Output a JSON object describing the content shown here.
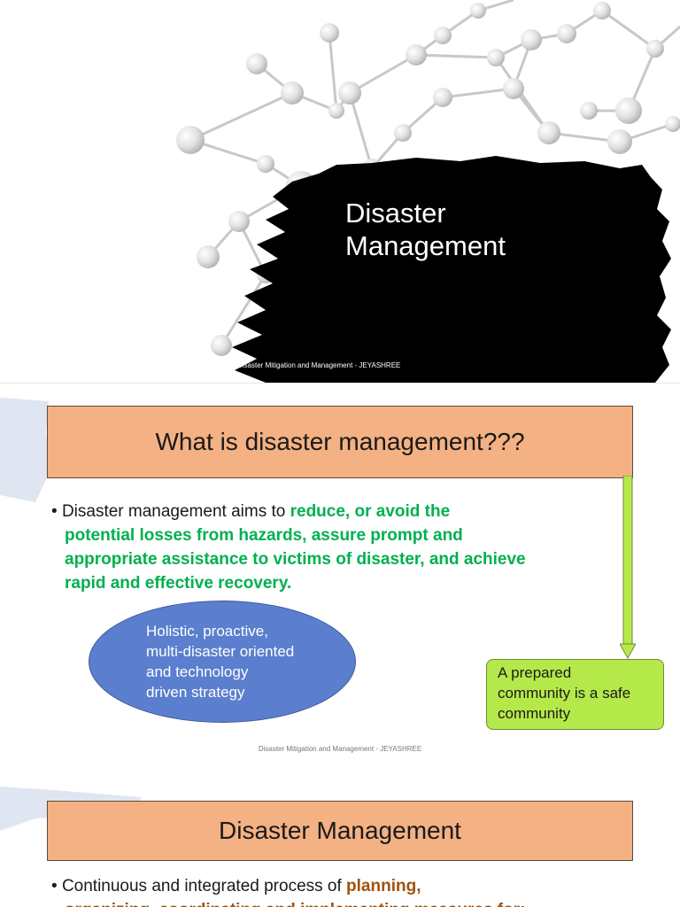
{
  "slide1": {
    "title_line1": "Disaster",
    "title_line2": "Management",
    "footer": "Disaster Mitigation and Management - JEYASHREE"
  },
  "slide2": {
    "title": "What is disaster management???",
    "bullet_prefix": "Disaster management aims to ",
    "bullet_highlight_line1": "reduce, or avoid the",
    "bullet_highlight_line2": "potential losses from hazards, assure prompt and",
    "bullet_highlight_line3": "appropriate assistance to victims of disaster, and achieve",
    "bullet_highlight_line4": "rapid and effective recovery.",
    "ellipse_text_lines": [
      "Holistic, proactive,",
      "multi-disaster oriented",
      "and technology",
      "driven strategy"
    ],
    "callout_lines": [
      "A prepared",
      "community is a safe",
      "community"
    ],
    "footer": "Disaster Mitigation and Management - JEYASHREE"
  },
  "slide3": {
    "title": "Disaster Management",
    "bullet_prefix": "Continuous and integrated process of ",
    "bullet_highlight": "planning,",
    "bullet_line2": "organizing, coordinating and implementing measures for:"
  },
  "colors": {
    "title_box": "#f4b183",
    "highlight_green": "#00b050",
    "highlight_brown": "#a0520d",
    "ellipse": "#5b7fce",
    "callout": "#b5e94a",
    "arrow": "#b5e94a"
  }
}
